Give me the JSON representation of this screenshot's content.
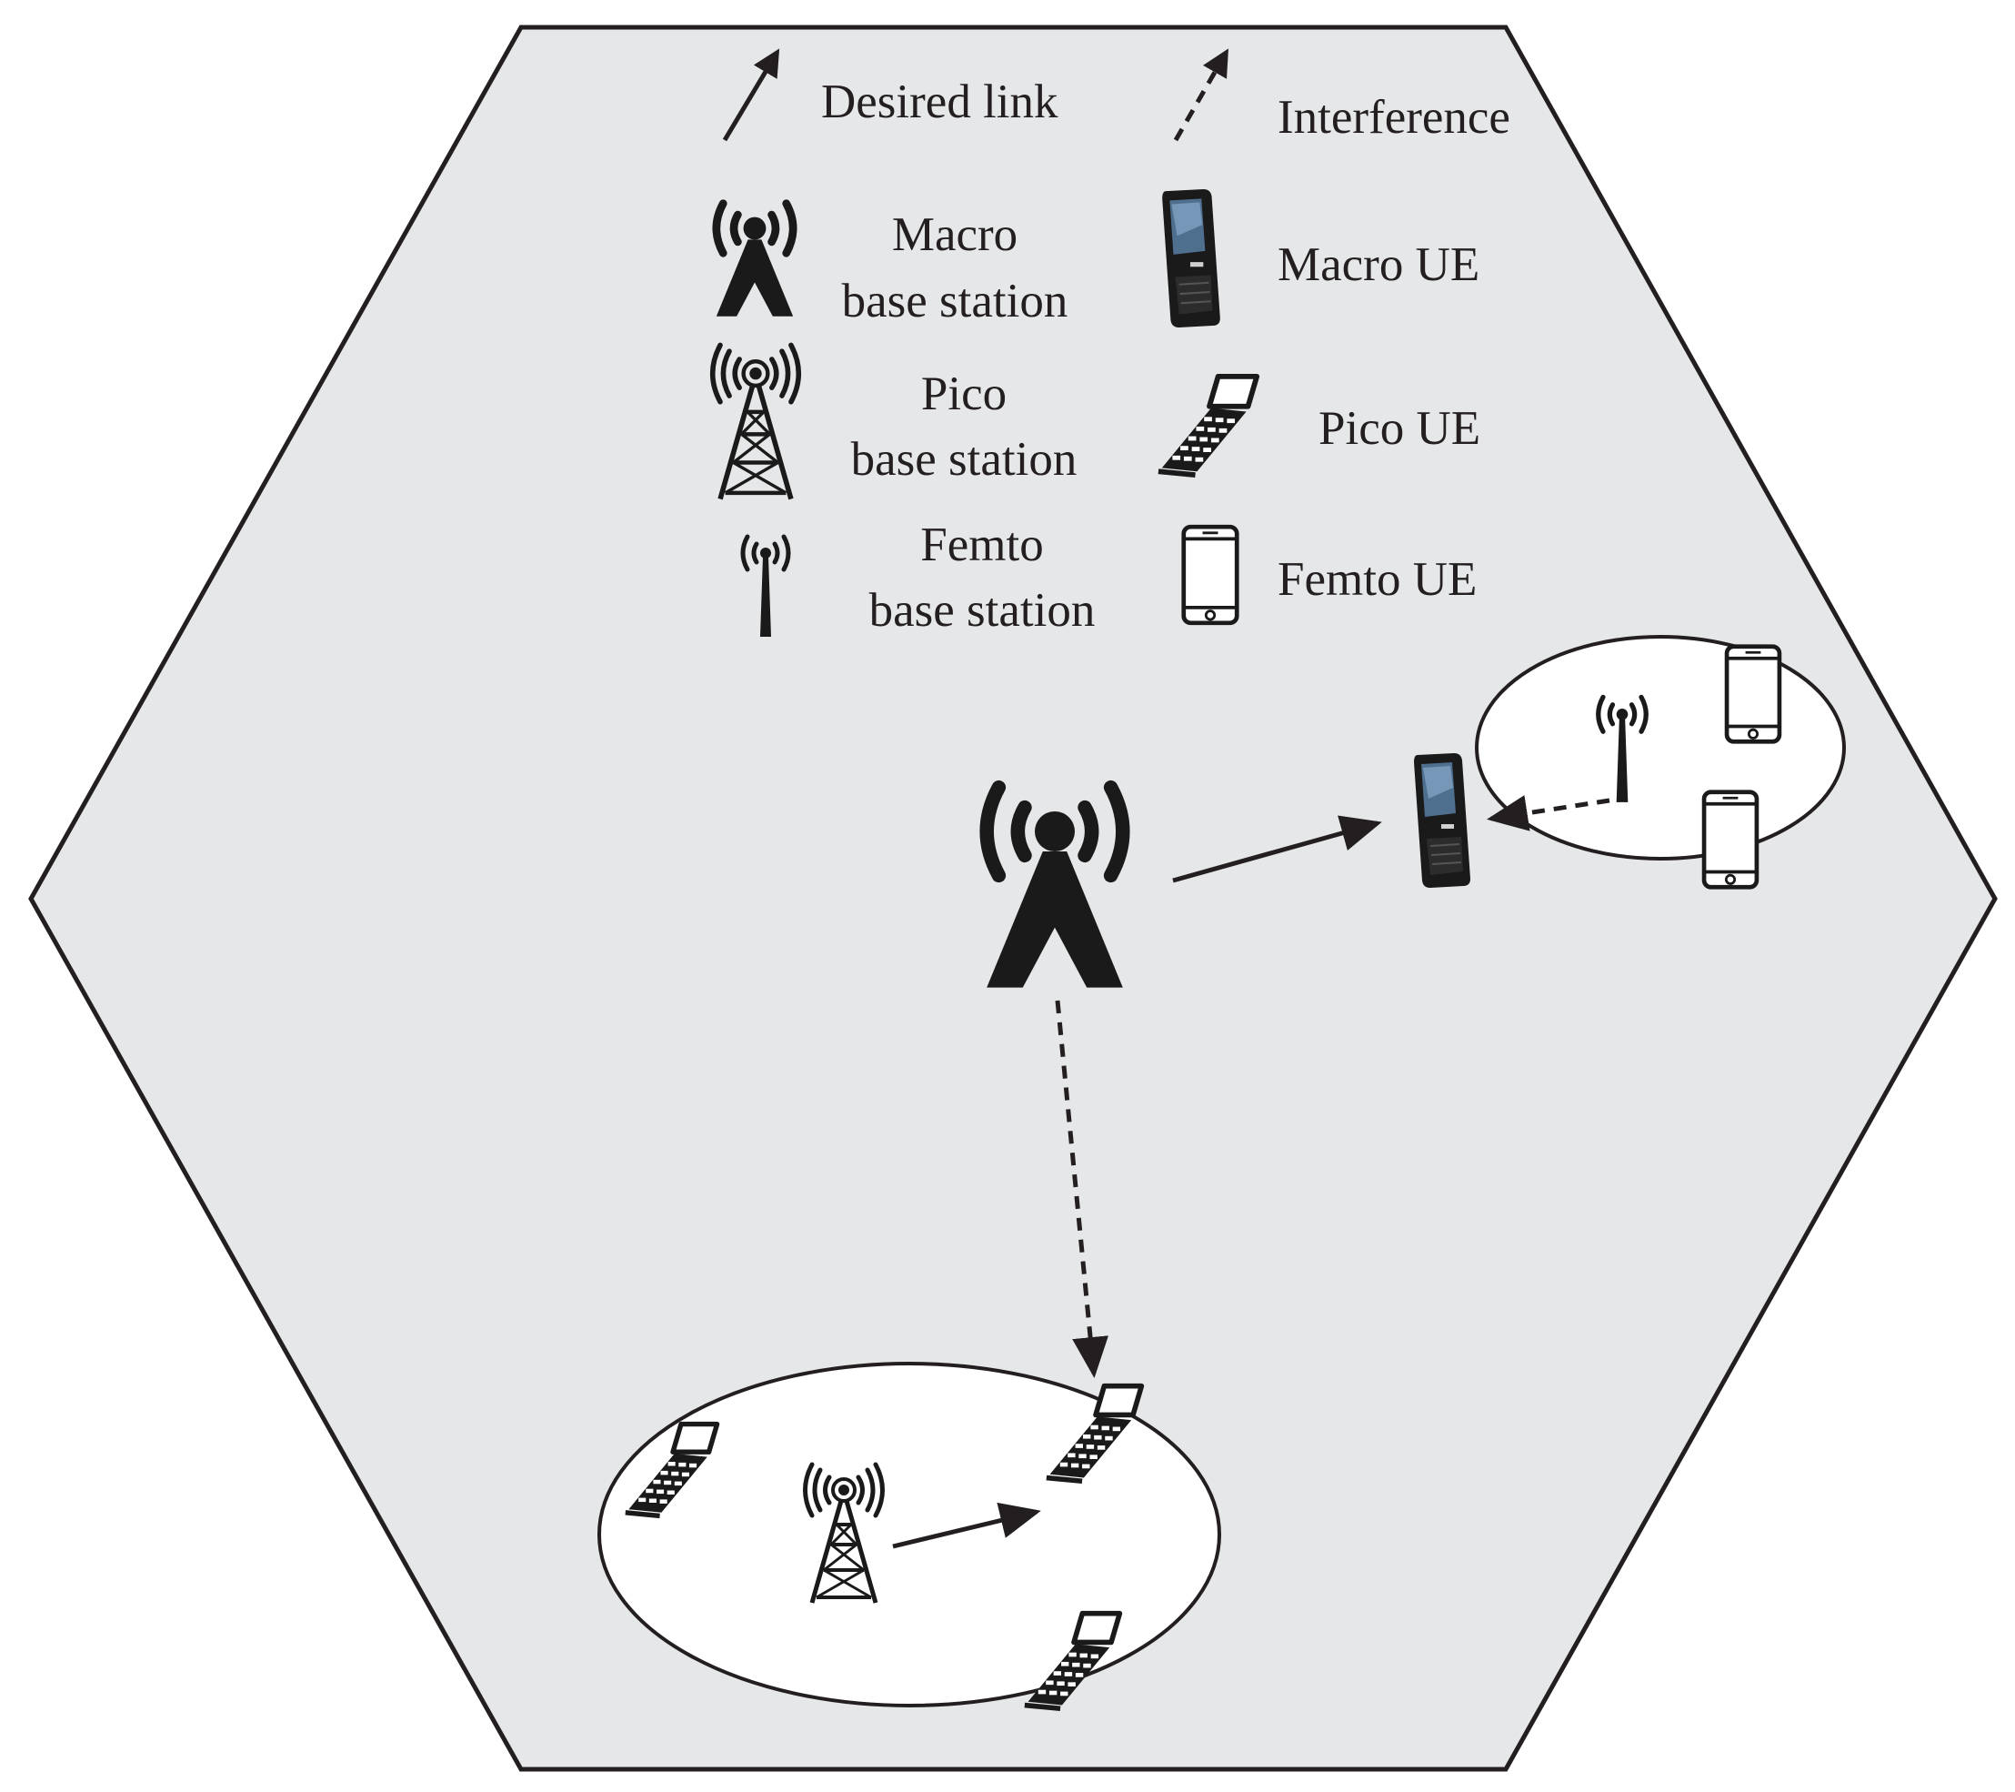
{
  "legend": {
    "desired_link": "Desired link",
    "interference": "Interference",
    "macro_bs": [
      "Macro",
      "base station"
    ],
    "pico_bs": [
      "Pico",
      "base station"
    ],
    "femto_bs": [
      "Femto",
      "base station"
    ],
    "macro_ue": "Macro UE",
    "pico_ue": "Pico UE",
    "femto_ue": "Femto UE"
  },
  "icons": {
    "macro_bs": "macro-tower-icon",
    "pico_bs": "pico-tower-icon",
    "femto_bs": "femto-antenna-icon",
    "macro_ue": "slider-phone-icon",
    "pico_ue": "flip-phone-icon",
    "femto_ue": "smartphone-icon"
  },
  "colors": {
    "cell_fill": "#e6e7e8",
    "small_cell_fill": "#ffffff",
    "ink": "#231f20"
  }
}
